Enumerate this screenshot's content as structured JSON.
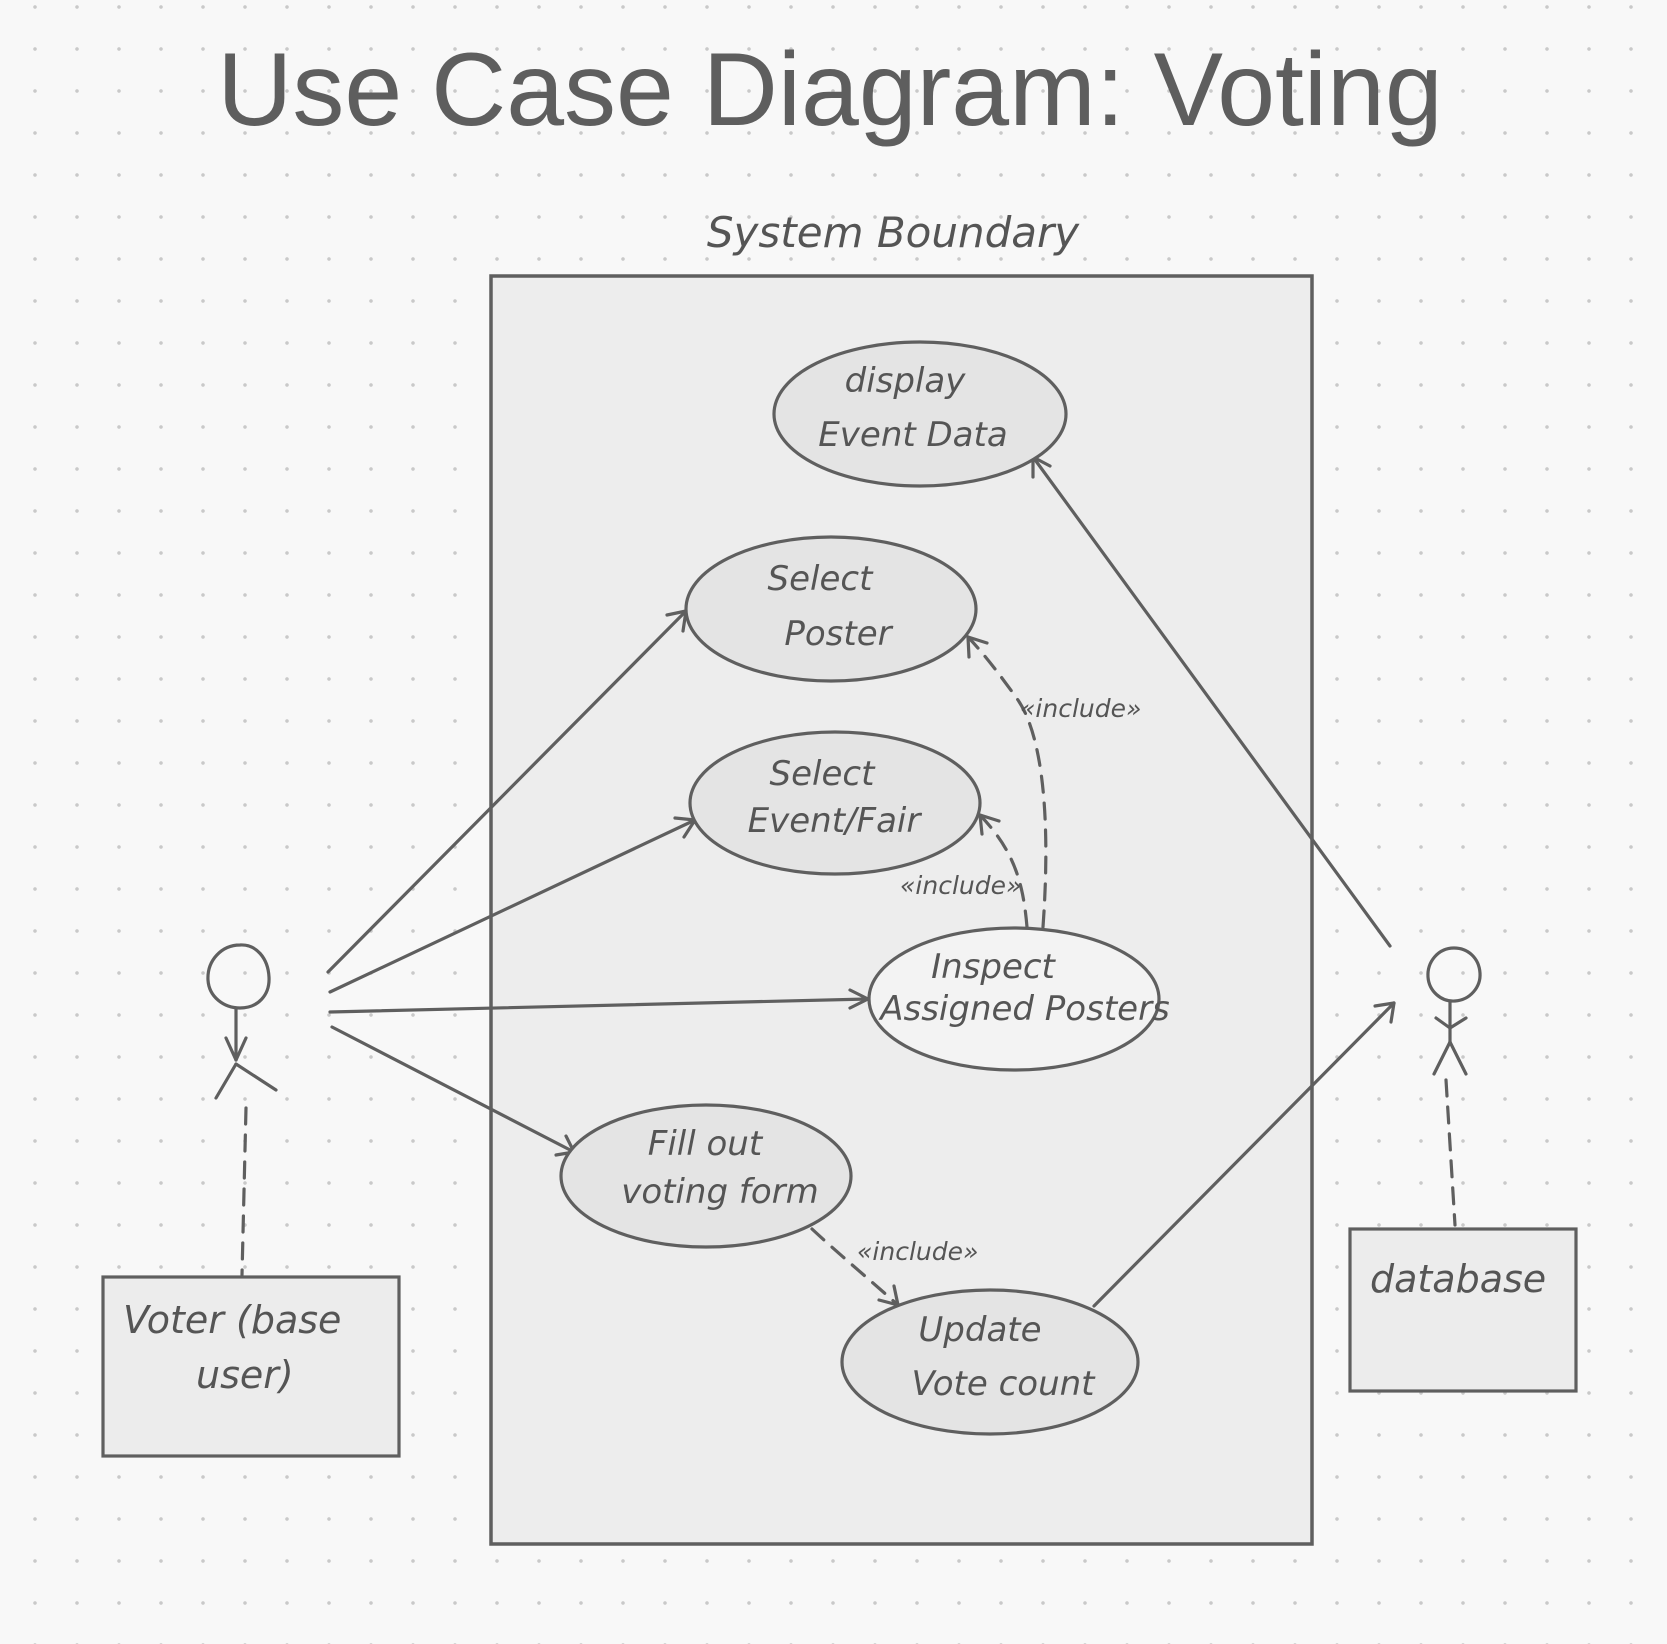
{
  "title": "Use Case Diagram: Voting",
  "system_boundary": {
    "label": "System Boundary"
  },
  "use_cases": {
    "display_event_data": [
      "display",
      "Event Data"
    ],
    "select_poster": [
      "Select",
      "Poster"
    ],
    "select_event_fair": [
      "Select",
      "Event/Fair"
    ],
    "inspect_assigned_posters": [
      "Inspect",
      "Assigned Posters"
    ],
    "fill_out_voting_form": [
      "Fill out",
      "voting form"
    ],
    "update_vote_count": [
      "Update",
      "Vote count"
    ]
  },
  "relations": {
    "include_label": "«include»"
  },
  "actors": {
    "voter": [
      "Voter (base",
      "user)"
    ],
    "database": [
      "database"
    ]
  },
  "colors": {
    "stroke": "#5f5f5f",
    "usecase_fill": "#e4e4e4",
    "boundary_fill": "#ededed",
    "background": "#f8f8f8"
  }
}
